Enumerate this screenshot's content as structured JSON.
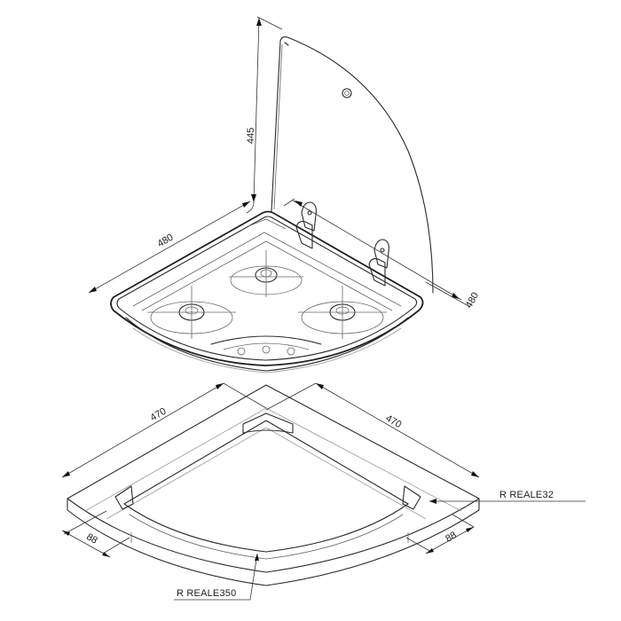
{
  "diagram": {
    "title": "Corner gas hob with glass lid - technical dimension drawing",
    "upper_part": {
      "name": "corner-hob-with-glass-lid",
      "dimensions": {
        "lid_height": "445",
        "left_side_width": "480",
        "right_side_width": "480"
      },
      "burners": 3
    },
    "lower_part": {
      "name": "countertop-cutout-template",
      "dimensions": {
        "left_side": "470",
        "right_side": "470",
        "left_depth": "88",
        "right_depth": "88"
      },
      "labels": {
        "corner_radius": "R REALE32",
        "arc_radius": "R REALE350"
      }
    },
    "colors": {
      "background": "#ffffff",
      "line": "#2a2a2a"
    }
  }
}
